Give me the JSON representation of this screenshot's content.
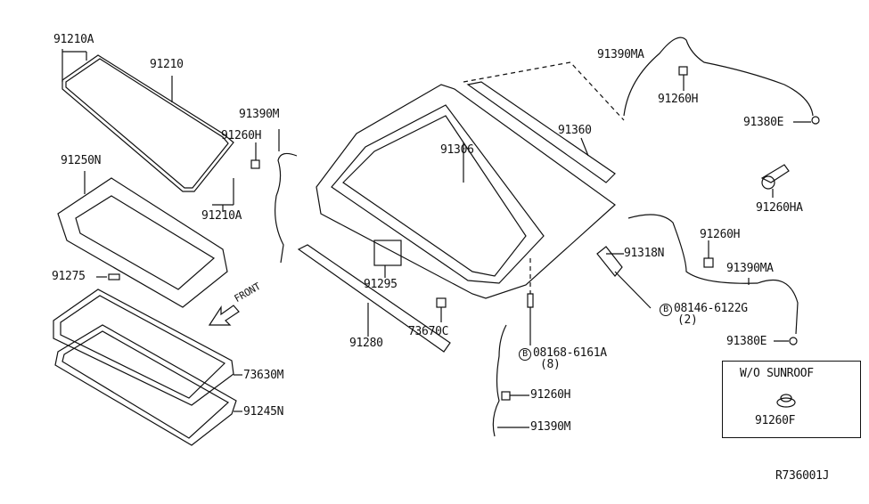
{
  "diagram_id": "R736001J",
  "front_label": "FRONT",
  "callouts": {
    "p91210A_top": "91210A",
    "p91210": "91210",
    "p91390M_left": "91390M",
    "p91260H_left": "91260H",
    "p91250N": "91250N",
    "p91210A_bottom": "91210A",
    "p91275": "91275",
    "p73630M": "73630M",
    "p91245N": "91245N",
    "p91306": "91306",
    "p91360": "91360",
    "p91390MA_top": "91390MA",
    "p91260H_top": "91260H",
    "p91380E_top": "91380E",
    "p91260HA": "91260HA",
    "p91260H_right": "91260H",
    "p91318N": "91318N",
    "p91390MA_right": "91390MA",
    "bolt_08146": "08146-6122G",
    "bolt_08146_qty": "(2)",
    "p91380E_right": "91380E",
    "p91295": "91295",
    "p73670C": "73670C",
    "p91280": "91280",
    "bolt_08168": "08168-6161A",
    "bolt_08168_qty": "(8)",
    "p91260H_bottom": "91260H",
    "p91390M_bottom": "91390M"
  },
  "bolt_marker": "B",
  "without_sunroof_box": {
    "title": "W/O SUNROOF",
    "part": "91260F"
  }
}
